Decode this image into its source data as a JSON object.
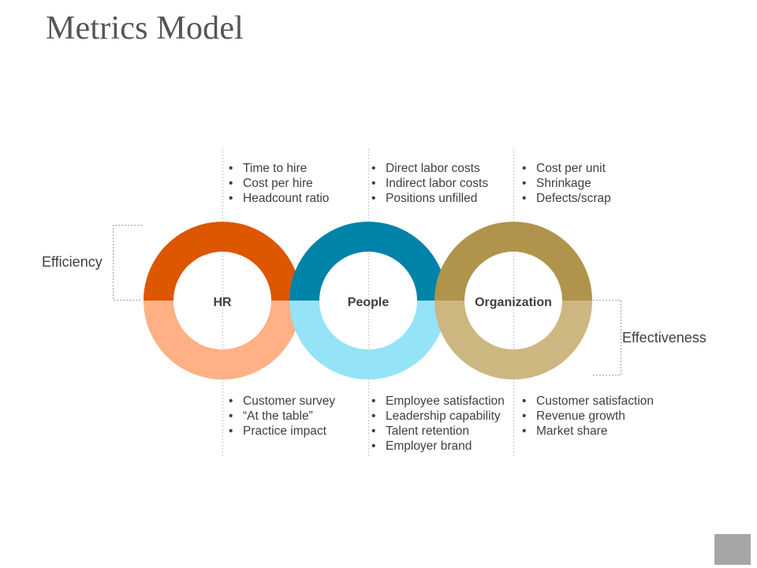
{
  "title": "Metrics Model",
  "side_labels": {
    "efficiency": "Efficiency",
    "effectiveness": "Effectiveness"
  },
  "circles": [
    {
      "label": "HR",
      "top_color": "#dd5600",
      "bottom_color": "#ffb085"
    },
    {
      "label": "People",
      "top_color": "#0083a8",
      "bottom_color": "#95e3f7"
    },
    {
      "label": "Organization",
      "top_color": "#b0944c",
      "bottom_color": "#ccb781"
    }
  ],
  "columns": [
    {
      "top": [
        "Time to hire",
        "Cost per hire",
        "Headcount ratio"
      ],
      "bottom": [
        "Customer survey",
        "“At the table”",
        "Practice impact"
      ]
    },
    {
      "top": [
        "Direct labor costs",
        "Indirect labor costs",
        "Positions unfilled"
      ],
      "bottom": [
        "Employee satisfaction",
        "Leadership capability",
        "Talent retention",
        "Employer brand"
      ]
    },
    {
      "top": [
        "Cost per unit",
        "Shrinkage",
        "Defects/scrap"
      ],
      "bottom": [
        "Customer satisfaction",
        "Revenue growth",
        "Market share"
      ]
    }
  ]
}
